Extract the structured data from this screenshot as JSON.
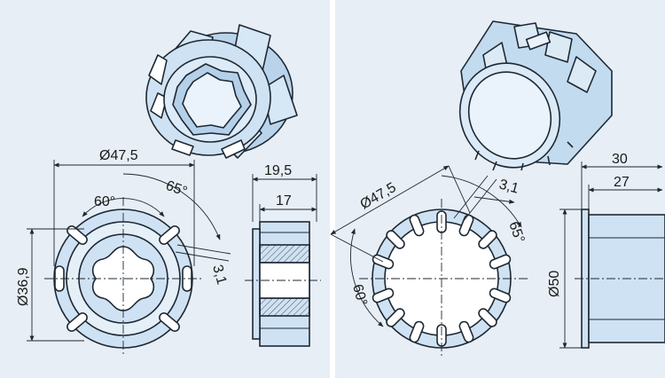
{
  "left_panel": {
    "background": "#e7eef5",
    "dimensions": {
      "outer_diameter": "Ø47,5",
      "inner_diameter": "Ø36,9",
      "angle_a": "60°",
      "angle_b": "65°",
      "slot_width": "3,1",
      "total_length": "19,5",
      "body_length": "17"
    }
  },
  "right_panel": {
    "background": "#e7eef5",
    "dimensions": {
      "outer_diameter": "Ø47,5",
      "tube_diameter": "Ø50",
      "angle_a": "60°",
      "angle_b": "65°",
      "slot_width": "3,1",
      "total_length": "30",
      "body_length": "27"
    }
  },
  "colors": {
    "part_fill": "#c9dff0",
    "part_light": "#e4eff8",
    "line": "#1e2833"
  }
}
